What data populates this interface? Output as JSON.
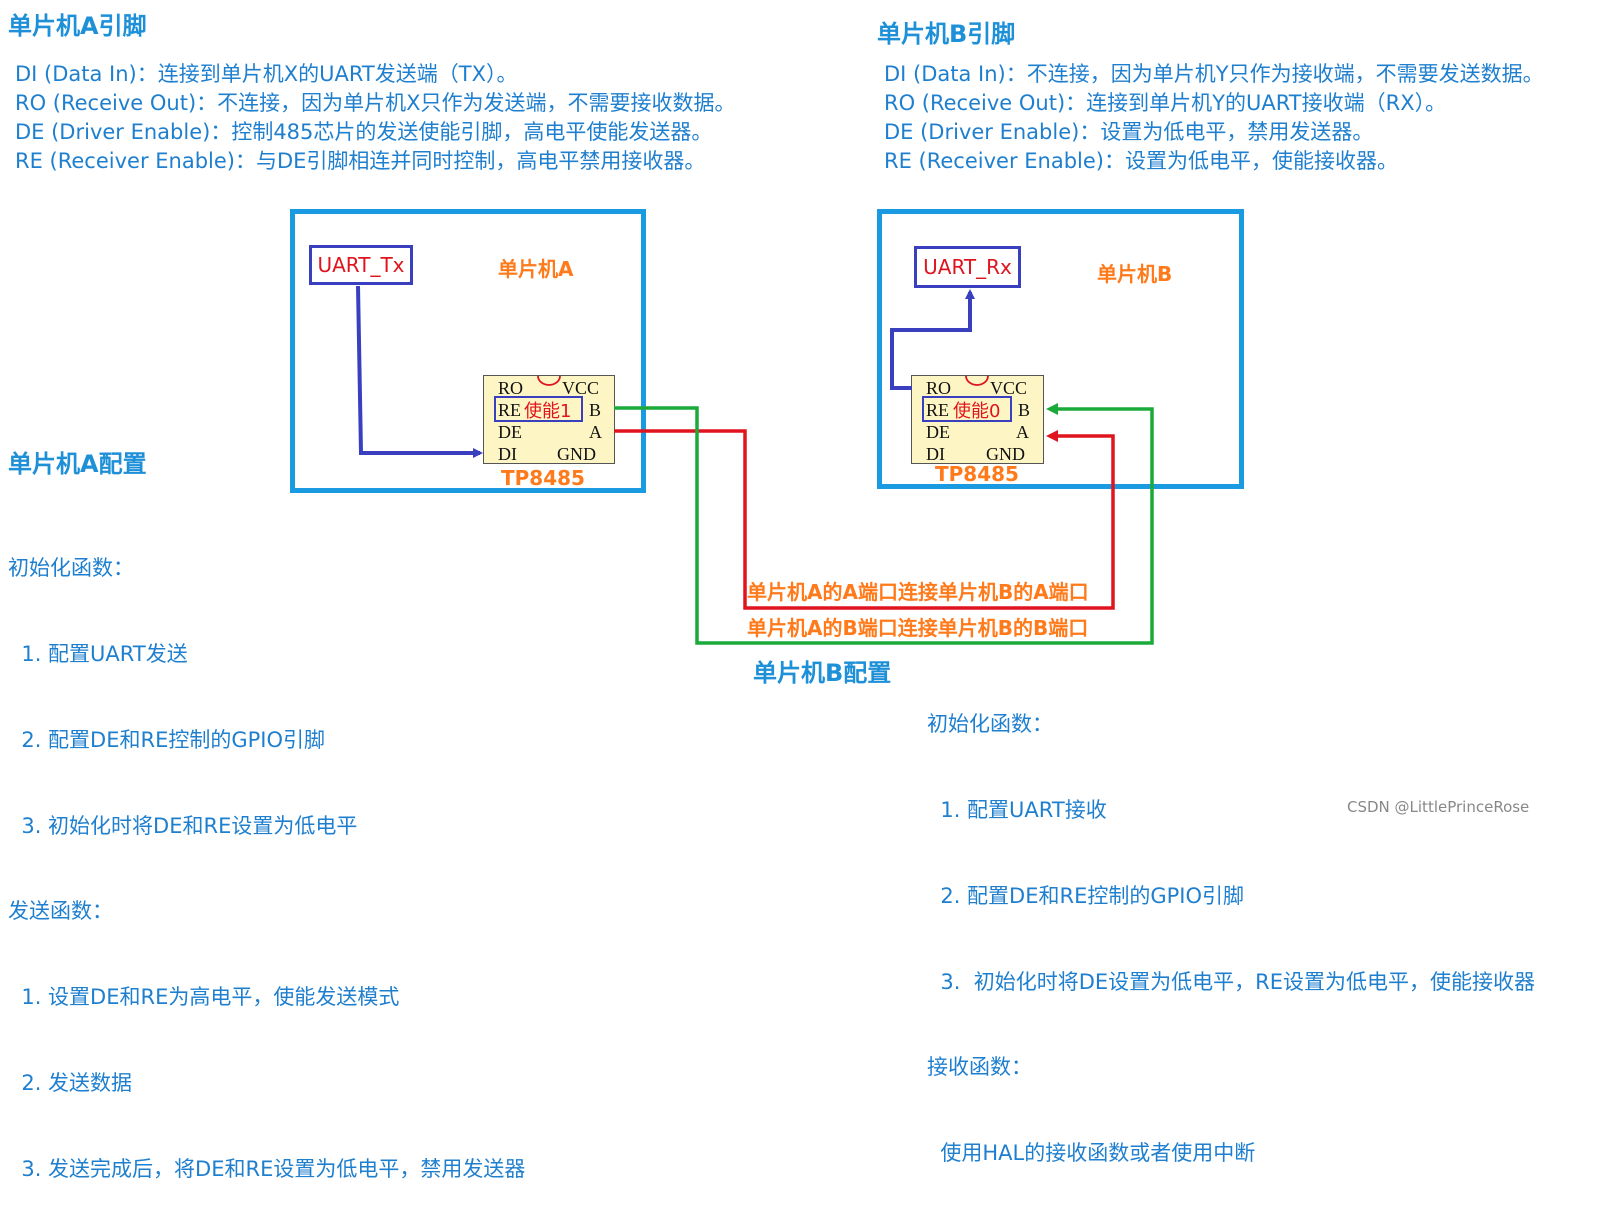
{
  "mcu_a_pins": {
    "heading": "单片机A引脚",
    "lines": [
      "DI (Data In)：连接到单片机X的UART发送端（TX）。",
      "RO (Receive Out)：不连接，因为单片机X只作为发送端，不需要接收数据。",
      "DE (Driver Enable)：控制485芯片的发送使能引脚，高电平使能发送器。",
      "RE (Receiver Enable)：与DE引脚相连并同时控制，高电平禁用接收器。"
    ]
  },
  "mcu_b_pins": {
    "heading": "单片机B引脚",
    "lines": [
      "DI (Data In)：不连接，因为单片机Y只作为接收端，不需要发送数据。",
      "RO (Receive Out)：连接到单片机Y的UART接收端（RX）。",
      "DE (Driver Enable)：设置为低电平，禁用发送器。",
      "RE (Receiver Enable)：设置为低电平，使能接收器。"
    ]
  },
  "diagram": {
    "a": {
      "label": "单片机A",
      "uart": "UART_Tx",
      "chip_name": "TP8485",
      "enable_text": "使能1",
      "pins": {
        "ro": "RO",
        "vcc": "VCC",
        "re": "RE",
        "b": "B",
        "de": "DE",
        "a": "A",
        "di": "DI",
        "gnd": "GND"
      }
    },
    "b": {
      "label": "单片机B",
      "uart": "UART_Rx",
      "chip_name": "TP8485",
      "enable_text": "使能0",
      "pins": {
        "ro": "RO",
        "vcc": "VCC",
        "re": "RE",
        "b": "B",
        "de": "DE",
        "a": "A",
        "di": "DI",
        "gnd": "GND"
      }
    },
    "port_a_label": "单片机A的A端口连接单片机B的A端口",
    "port_b_label": "单片机A的B端口连接单片机B的B端口",
    "colors": {
      "frame": "#1a9ae0",
      "uart_wire": "#3a3fc0",
      "a_line": "#e0141e",
      "b_line": "#1aaa3a",
      "label_orange": "#ff7a1a"
    }
  },
  "mcu_a_config": {
    "heading": "单片机A配置",
    "lines": [
      "初始化函数：",
      "  1. 配置UART发送",
      "  2. 配置DE和RE控制的GPIO引脚",
      "  3. 初始化时将DE和RE设置为低电平",
      "发送函数：",
      "  1. 设置DE和RE为高电平，使能发送模式",
      "  2. 发送数据",
      "  3. 发送完成后，将DE和RE设置为低电平，禁用发送器"
    ]
  },
  "mcu_b_config": {
    "heading": "单片机B配置",
    "lines": [
      "初始化函数：",
      "  1. 配置UART接收",
      "  2. 配置DE和RE控制的GPIO引脚",
      "  3.  初始化时将DE设置为低电平，RE设置为低电平，使能接收器",
      "接收函数：",
      "  使用HAL的接收函数或者使用中断"
    ]
  },
  "watermark": "CSDN @LittlePrinceRose"
}
